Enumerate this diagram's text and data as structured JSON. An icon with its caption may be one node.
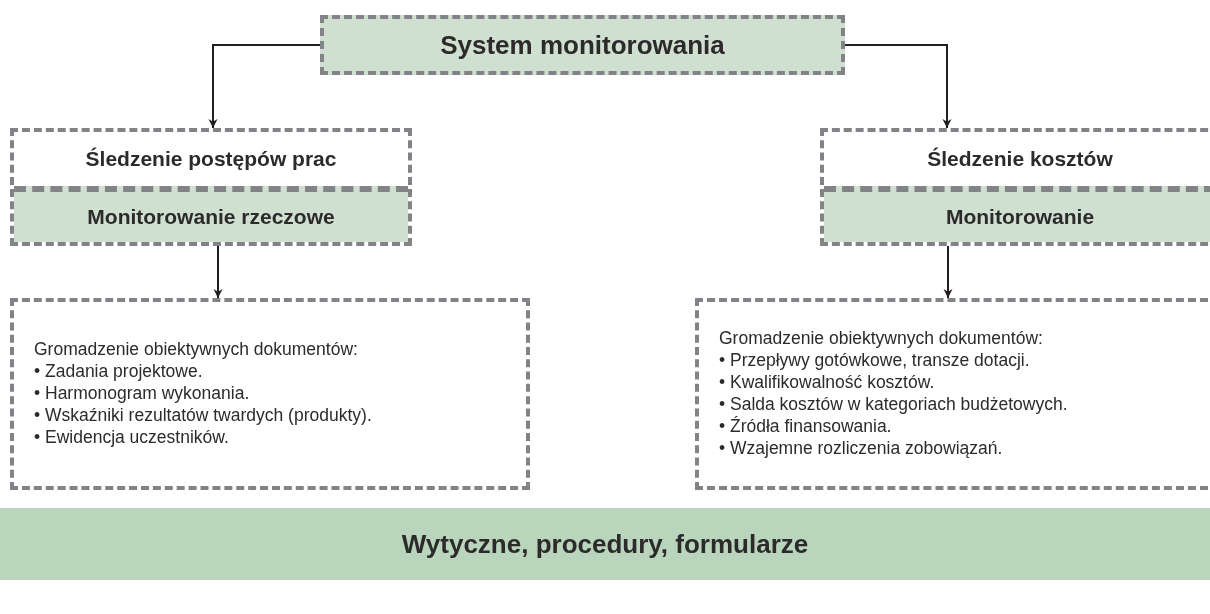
{
  "diagram": {
    "nodes": [
      {
        "text": [
          "System monitorowania"
        ]
      },
      {
        "text": [
          "Śledzenie postępów prac"
        ]
      },
      {
        "text": [
          "Monitorowanie rzeczowe"
        ],
        "in": 1
      },
      {
        "text": [
          "Śledzenie kosztów"
        ]
      },
      {
        "text": [
          "Monitorowanie"
        ],
        "in": 3
      },
      {
        "text": [
          "Gromadzenie obiektywnych dokumentów:",
          "• Zadania projektowe.",
          "• Harmonogram wykonania.",
          "• Wskaźniki rezultatów twardych (produkty).",
          "• Ewidencja uczestników."
        ]
      },
      {
        "text": [
          "Gromadzenie obiektywnych dokumentów:",
          "• Przepływy gotówkowe, transze dotacji.",
          "• Kwalifikowalność kosztów.",
          "• Salda kosztów w kategoriach budżetowych.",
          "• Źródła finansowania.",
          "• Wzajemne rozliczenia zobowiązań."
        ]
      },
      {
        "text": [
          "Wytyczne, procedury, formularze"
        ]
      }
    ],
    "edges": [
      {
        "from": 0,
        "to": 1,
        "arrow": "to"
      },
      {
        "from": 0,
        "to": 3,
        "arrow": "to"
      },
      {
        "from": 2,
        "to": 5,
        "arrow": "to"
      },
      {
        "from": 4,
        "to": 6,
        "arrow": "to"
      }
    ]
  }
}
